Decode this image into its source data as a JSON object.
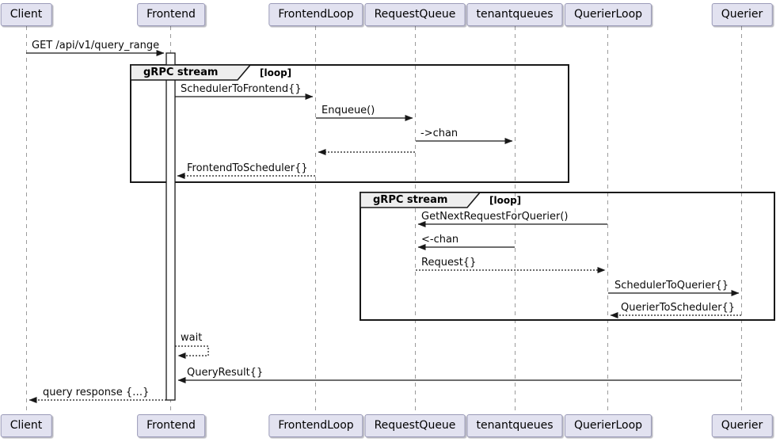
{
  "colors": {
    "participant_fill": "#E2E2F0",
    "participant_border": "#9a9ab8",
    "frame_border": "#181818",
    "frame_header_fill": "#EEEEEE",
    "lifeline": "#9b9b9b",
    "arrow": "#181818",
    "activation_fill": "#FFFFFF"
  },
  "participants": [
    {
      "label": "Client"
    },
    {
      "label": "Frontend"
    },
    {
      "label": "FrontendLoop"
    },
    {
      "label": "RequestQueue"
    },
    {
      "label": "tenantqueues"
    },
    {
      "label": "QuerierLoop"
    },
    {
      "label": "Querier"
    }
  ],
  "frames": [
    {
      "title": "gRPC stream",
      "tag": "[loop]"
    },
    {
      "title": "gRPC stream",
      "tag": "[loop]"
    }
  ],
  "messages": [
    {
      "label": "GET /api/v1/query_range",
      "from": "Client",
      "to": "Frontend",
      "line": "solid"
    },
    {
      "label": "SchedulerToFrontend{}",
      "from": "Frontend",
      "to": "FrontendLoop",
      "line": "solid"
    },
    {
      "label": "Enqueue()",
      "from": "FrontendLoop",
      "to": "RequestQueue",
      "line": "solid"
    },
    {
      "label": "->chan",
      "from": "RequestQueue",
      "to": "tenantqueues",
      "line": "solid"
    },
    {
      "label": "",
      "from": "RequestQueue",
      "to": "FrontendLoop",
      "line": "dotted"
    },
    {
      "label": "FrontendToScheduler{}",
      "from": "FrontendLoop",
      "to": "Frontend",
      "line": "dotted"
    },
    {
      "label": "GetNextRequestForQuerier()",
      "from": "QuerierLoop",
      "to": "RequestQueue",
      "line": "solid"
    },
    {
      "label": "<-chan",
      "from": "tenantqueues",
      "to": "RequestQueue",
      "line": "solid"
    },
    {
      "label": "Request{}",
      "from": "RequestQueue",
      "to": "QuerierLoop",
      "line": "dotted"
    },
    {
      "label": "SchedulerToQuerier{}",
      "from": "QuerierLoop",
      "to": "Querier",
      "line": "solid"
    },
    {
      "label": "QuerierToScheduler{}",
      "from": "Querier",
      "to": "QuerierLoop",
      "line": "dotted"
    },
    {
      "label": "wait",
      "from": "Frontend",
      "to": "Frontend",
      "line": "dotted"
    },
    {
      "label": "QueryResult{}",
      "from": "Querier",
      "to": "Frontend",
      "line": "solid"
    },
    {
      "label": "query response {…}",
      "from": "Frontend",
      "to": "Client",
      "line": "dotted"
    }
  ]
}
